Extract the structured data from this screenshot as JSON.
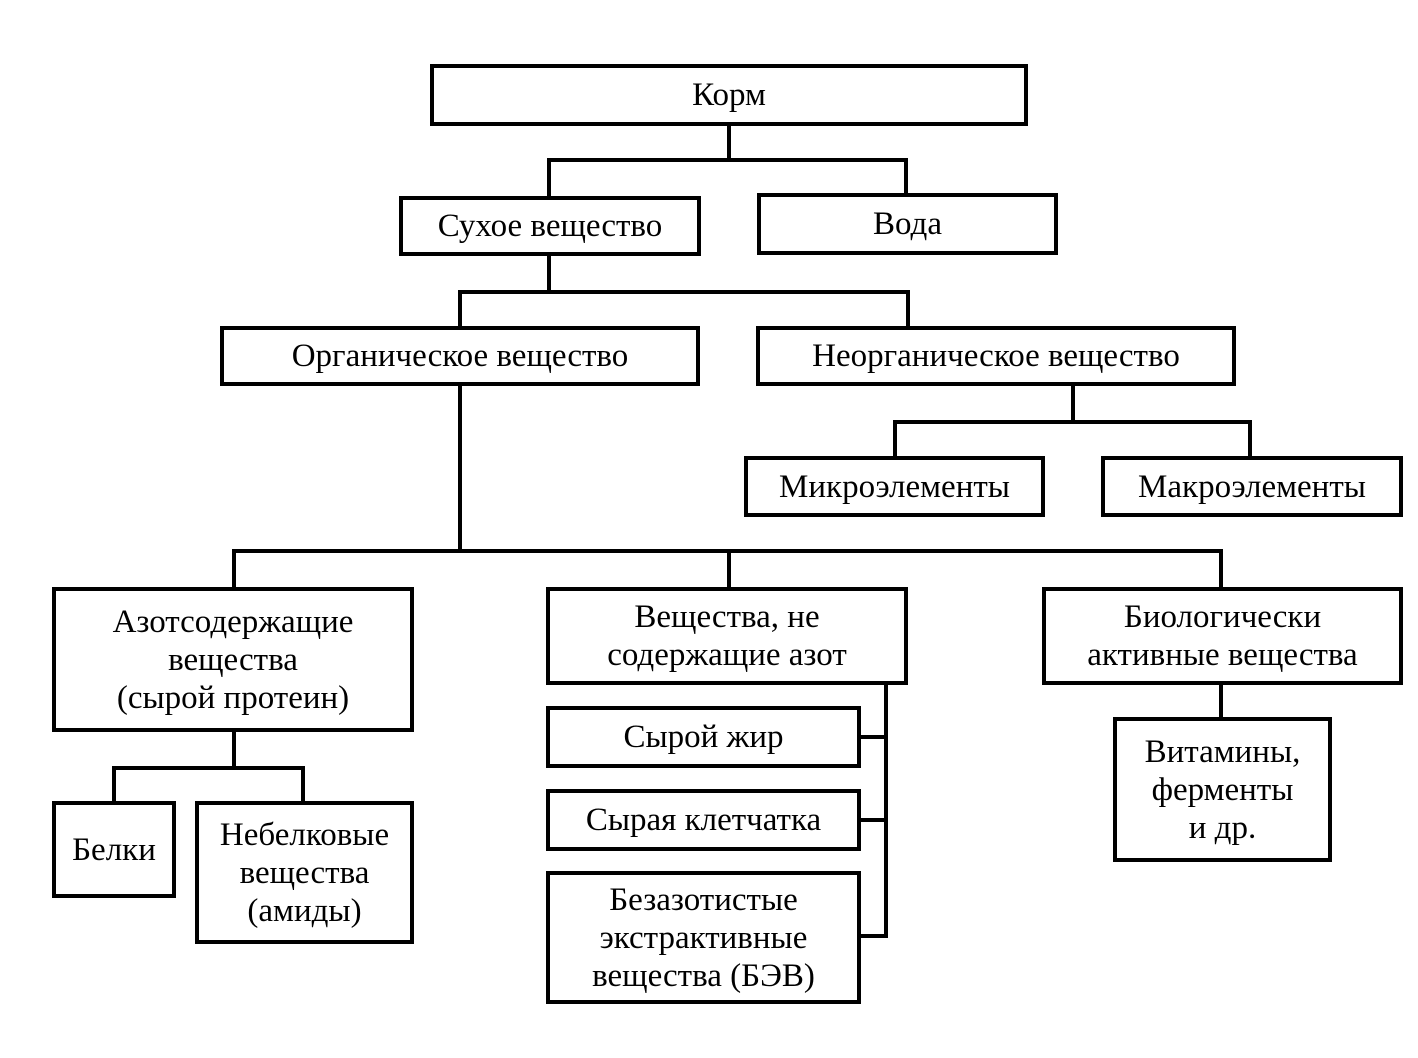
{
  "nodes": {
    "feed": [
      "Корм"
    ],
    "dry_matter": [
      "Сухое вещество"
    ],
    "water": [
      "Вода"
    ],
    "organic": [
      "Органическое вещество"
    ],
    "inorganic": [
      "Неорганическое вещество"
    ],
    "micro": [
      "Микроэлементы"
    ],
    "macro": [
      "Макроэлементы"
    ],
    "nitrogenous": [
      "Азотсодержащие",
      "вещества",
      "(сырой протеин)"
    ],
    "non_nitrogenous": [
      "Вещества, не",
      "содержащие азот"
    ],
    "bioactive": [
      "Биологически",
      "активные вещества"
    ],
    "proteins": [
      "Белки"
    ],
    "non_protein": [
      "Небелковые",
      "вещества",
      "(амиды)"
    ],
    "crude_fat": [
      "Сырой жир"
    ],
    "crude_fiber": [
      "Сырая клетчатка"
    ],
    "nfe": [
      "Безазотистые",
      "экстрактивные",
      "вещества (БЭВ)"
    ],
    "vitamins": [
      "Витамины,",
      "ферменты",
      "и др."
    ]
  }
}
